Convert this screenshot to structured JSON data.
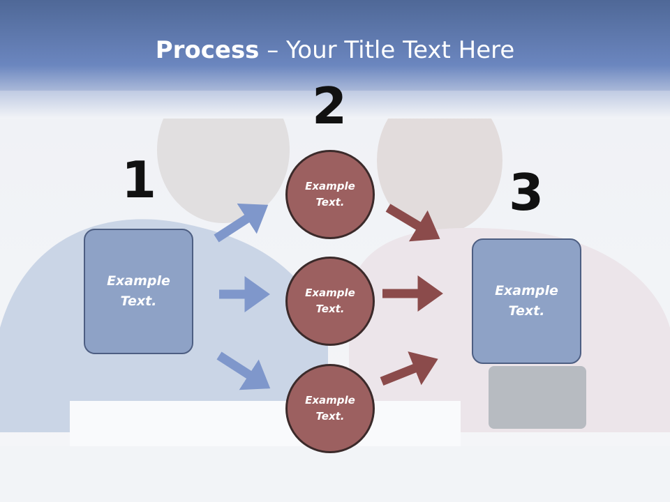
{
  "title": {
    "bold": "Process",
    "rest": " – Your Title Text Here"
  },
  "steps": {
    "one": "1",
    "two": "2",
    "three": "3"
  },
  "left_box": {
    "line1": "Example",
    "line2": "Text."
  },
  "circles": [
    {
      "line1": "Example",
      "line2": "Text."
    },
    {
      "line1": "Example",
      "line2": "Text."
    },
    {
      "line1": "Example",
      "line2": "Text."
    }
  ],
  "right_box": {
    "line1": "Example",
    "line2": "Text."
  },
  "colors": {
    "title_band": "#6179ad",
    "box_fill": "#8ea2c6",
    "circle_fill": "#9c6060",
    "blue_arrow": "#7f97cb",
    "red_arrow": "#8b4b4b"
  }
}
